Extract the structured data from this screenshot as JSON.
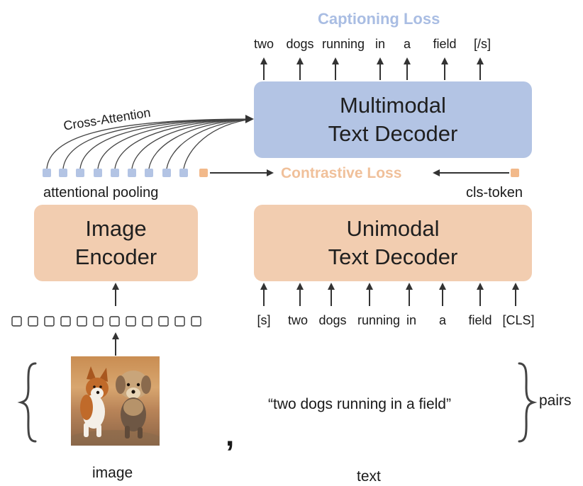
{
  "captioning_loss": "Captioning Loss",
  "contrastive_loss": "Contrastive Loss",
  "cross_attention": "Cross-Attention",
  "attentional_pooling": "attentional pooling",
  "cls_token": "cls-token",
  "multimodal_decoder": {
    "line1": "Multimodal",
    "line2": "Text Decoder"
  },
  "unimodal_decoder": {
    "line1": "Unimodal",
    "line2": "Text Decoder"
  },
  "image_encoder": {
    "line1": "Image",
    "line2": "Encoder"
  },
  "output_tokens": [
    "two",
    "dogs",
    "running",
    "in",
    "a",
    "field",
    "[/s]"
  ],
  "input_tokens": [
    "[s]",
    "two",
    "dogs",
    "running",
    "in",
    "a",
    "field",
    "[CLS]"
  ],
  "caption_text": "“two dogs running in a field”",
  "comma": ",",
  "pairs_label": "pairs",
  "image_label": "image",
  "text_label": "text",
  "colors": {
    "orange_box": "#f2cdb0",
    "blue_box": "#b3c4e4",
    "captioning_loss": "#a9bde3",
    "contrastive_loss": "#f0c09a",
    "pool_token": "#b3c4e4",
    "cls_square": "#f2b98a"
  }
}
